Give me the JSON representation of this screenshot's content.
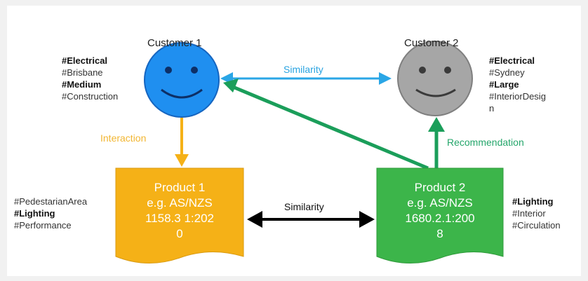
{
  "customer1": {
    "title": "Customer 1",
    "tags": [
      {
        "text": "#Electrical",
        "bold": true
      },
      {
        "text": "#Brisbane",
        "bold": false
      },
      {
        "text": "#Medium",
        "bold": true
      },
      {
        "text": "#Construction",
        "bold": false
      }
    ]
  },
  "customer2": {
    "title": "Customer 2",
    "tags": [
      {
        "text": "#Electrical",
        "bold": true
      },
      {
        "text": "#Sydney",
        "bold": false
      },
      {
        "text": "#Large",
        "bold": true
      },
      {
        "text": "#InteriorDesig",
        "bold": false
      },
      {
        "text": "n",
        "bold": false
      }
    ]
  },
  "product1": {
    "lines": [
      "Product 1",
      "e.g. AS/NZS",
      "1158.3 1:202",
      "0"
    ],
    "tags": [
      {
        "text": "#PedestarianArea",
        "bold": false
      },
      {
        "text": "#Lighting",
        "bold": true
      },
      {
        "text": "#Performance",
        "bold": false
      }
    ]
  },
  "product2": {
    "lines": [
      "Product 2",
      "e.g. AS/NZS",
      "1680.2.1:200",
      "8"
    ],
    "tags": [
      {
        "text": "#Lighting",
        "bold": true
      },
      {
        "text": "#Interior",
        "bold": false
      },
      {
        "text": "#Circulation",
        "bold": false
      }
    ]
  },
  "edges": {
    "customer_similarity": "Similarity",
    "product_similarity": "Similarity",
    "interaction": "Interaction",
    "recommendation": "Recommendation"
  },
  "colors": {
    "customer1_face": "#1f8ff0",
    "customer2_face": "#a6a6a6",
    "product1_fill": "#f5b117",
    "product2_fill": "#3cb54a",
    "similarity_blue": "#2aa6e6",
    "interaction_orange": "#f5b117",
    "recommendation_green": "#1b9e5a",
    "similarity_black": "#000000"
  }
}
